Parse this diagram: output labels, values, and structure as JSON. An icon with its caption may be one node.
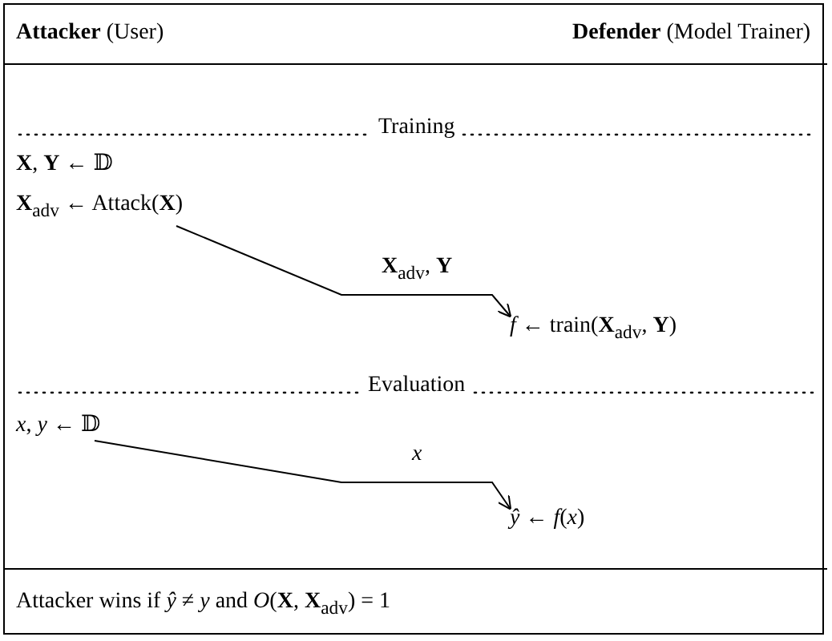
{
  "diagram": {
    "nodes": [
      {
        "text": [
          "**X**$_{adv}$ ← Attack(**X**)"
        ]
      },
      {
        "text": [
          "*f* ← train(**X**$_{adv}$, **Y**)"
        ]
      },
      {
        "text": [
          "*x*, *y* ← 𝔻"
        ]
      },
      {
        "text": [
          "*ŷ* ← *f*(*x*)"
        ]
      }
    ],
    "edges": [
      {
        "from": 0,
        "to": 1,
        "arrow": "to",
        "label": "**X**$_{adv}$, **Y**"
      },
      {
        "from": 2,
        "to": 3,
        "arrow": "to",
        "label": "*x*"
      }
    ],
    "labels": [
      "**Attacker** (User)",
      "**Defender** (Model Trainer)",
      "Training",
      "**X**, **Y** ← 𝔻",
      "Evaluation",
      "Attacker wins if *ŷ* ≠ *y* and *O*(**X**, **X**$_{adv}$) = 1"
    ]
  }
}
